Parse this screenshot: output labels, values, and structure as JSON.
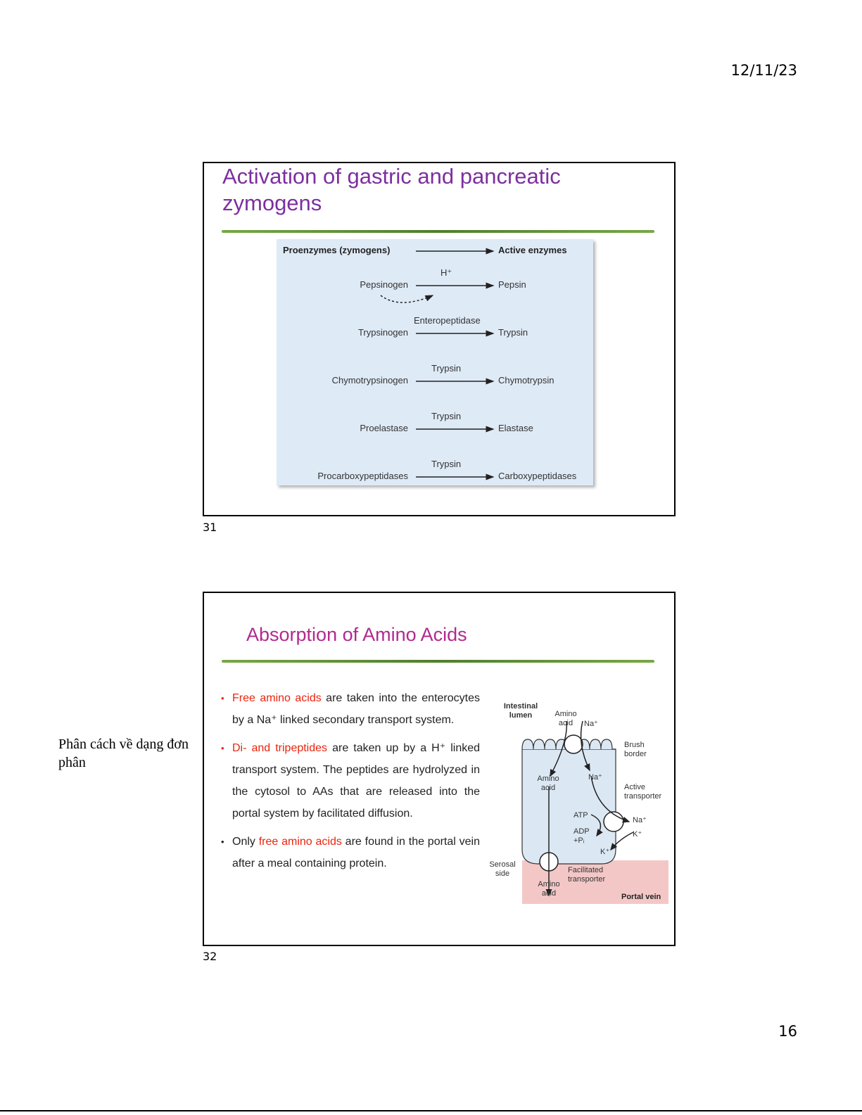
{
  "header": {
    "date": "12/11/23"
  },
  "page_number": "16",
  "slide1": {
    "number": "31",
    "title": "Activation of gastric and pancreatic zymogens",
    "figure": {
      "header_left": "Proenzymes (zymogens)",
      "header_right": "Active enzymes",
      "rows": [
        {
          "proenzyme": "Pepsinogen",
          "activator": "H⁺",
          "enzyme": "Pepsin"
        },
        {
          "proenzyme": "Trypsinogen",
          "activator": "Enteropeptidase",
          "enzyme": "Trypsin"
        },
        {
          "proenzyme": "Chymotrypsinogen",
          "activator": "Trypsin",
          "enzyme": "Chymotrypsin"
        },
        {
          "proenzyme": "Proelastase",
          "activator": "Trypsin",
          "enzyme": "Elastase"
        },
        {
          "proenzyme": "Procarboxypeptidases",
          "activator": "Trypsin",
          "enzyme": "Carboxypeptidases"
        }
      ]
    }
  },
  "slide2": {
    "number": "32",
    "title": "Absorption of Amino Acids",
    "bullets": [
      {
        "highlight": "Free amino acids",
        "text": " are taken into the enterocytes by a Na⁺ linked secondary transport system."
      },
      {
        "highlight": "Di- and tripeptides",
        "text": " are taken up by a H⁺ linked transport system. The peptides are hydrolyzed in the cytosol to AAs that are released into the portal system by facilitated diffusion."
      },
      {
        "pre": "Only ",
        "highlight": "free amino acids",
        "text": " are found in the portal vein after a meal containing protein."
      }
    ],
    "diagram": {
      "intestinal_lumen": "Intestinal lumen",
      "amino_acid_top": "Amino acid",
      "na_top": "Na⁺",
      "brush_border": "Brush border",
      "amino_acid_mid": "Amino acid",
      "na_mid": "Na⁺",
      "active_transporter": "Active transporter",
      "atp": "ATP",
      "adp": "ADP +Pᵢ",
      "na_out": "Na⁺",
      "k_in": "K⁺",
      "k_low": "K⁺",
      "serosal_side": "Serosal side",
      "facilitated_transporter": "Facilitated transporter",
      "amino_acid_bottom": "Amino acid",
      "portal_vein": "Portal vein"
    }
  },
  "side_note": "Phân cách về dạng đơn phân"
}
